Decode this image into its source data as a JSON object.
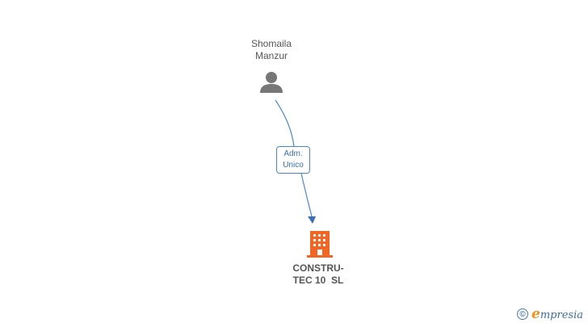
{
  "person": {
    "name_line1": "Shomaila",
    "name_line2": "Manzur",
    "icon": "person-icon",
    "color": "#777777"
  },
  "relation": {
    "role_line1": "Adm.",
    "role_line2": "Unico",
    "color": "#4a86d0"
  },
  "company": {
    "name_line1": "CONSTRU-",
    "name_line2": "TEC 10  SL",
    "icon": "building-icon",
    "color": "#f26522"
  },
  "footer": {
    "copyright_symbol": "©",
    "brand_first": "e",
    "brand_rest": "mpresia"
  }
}
